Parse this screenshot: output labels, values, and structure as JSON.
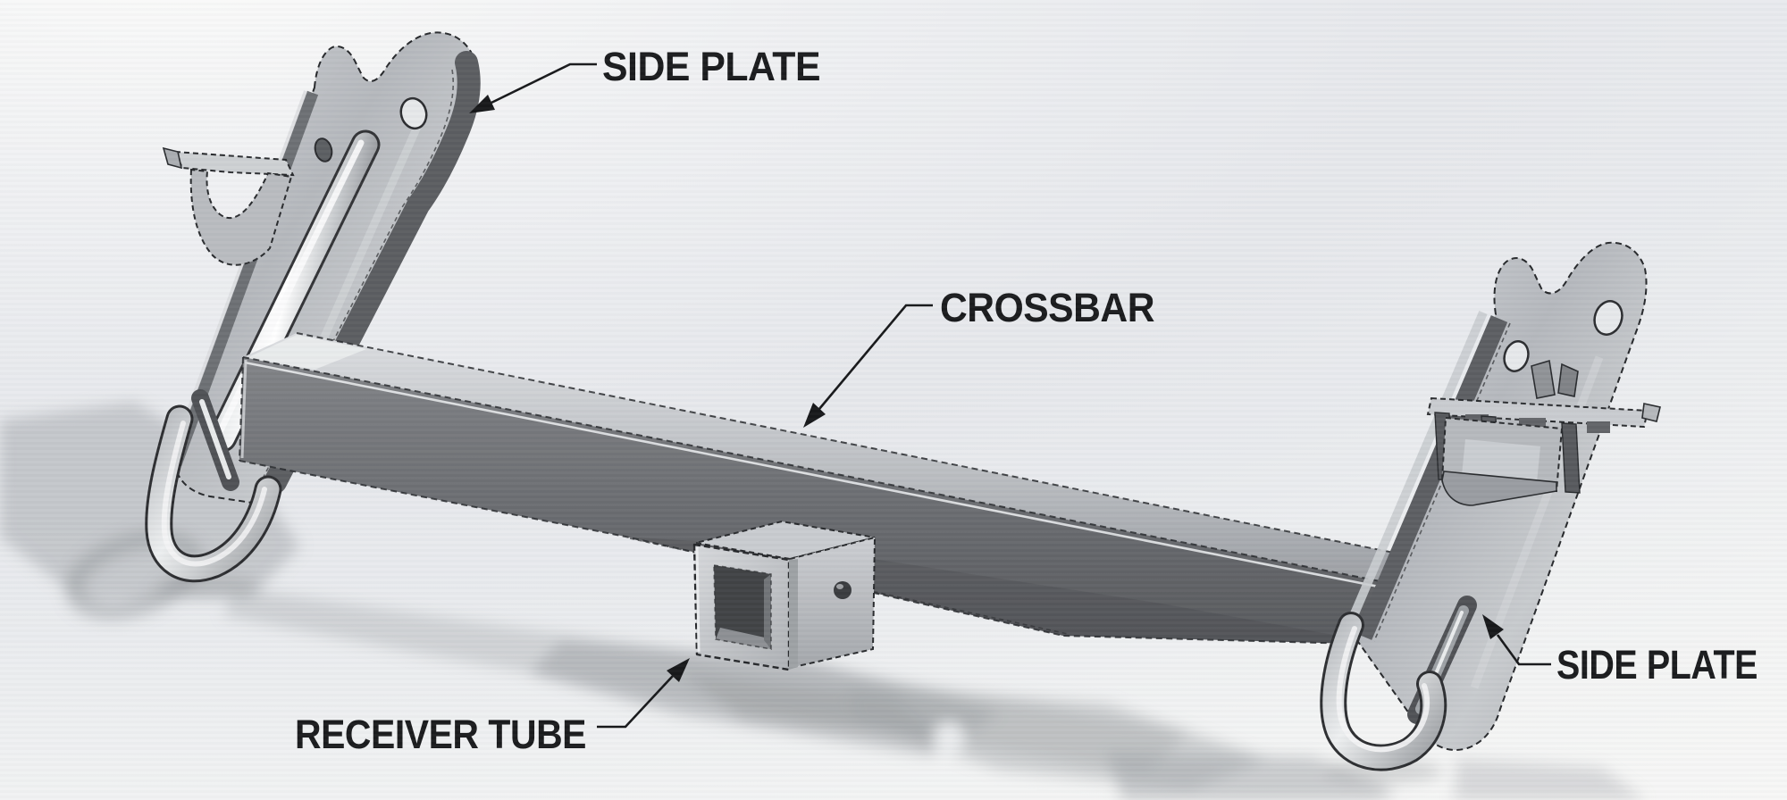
{
  "figure": {
    "type": "technical-diagram",
    "subject": "Trailer hitch assembly isometric CAD view with part callouts",
    "labels": {
      "side_plate_left": "SIDE PLATE",
      "crossbar": "CROSSBAR",
      "receiver_tube": "RECEIVER TUBE",
      "side_plate_right": "SIDE PLATE"
    },
    "parts_labeled": [
      "SIDE PLATE",
      "CROSSBAR",
      "RECEIVER TUBE",
      "SIDE PLATE"
    ],
    "colors": {
      "background_light": "#f7f7f6",
      "background_mid": "#e6e8ec",
      "metal_face_light": "#c6c9cd",
      "metal_face_mid": "#9b9ea3",
      "metal_face_dark": "#5d5f63",
      "edge_outline": "#26282b",
      "label_text": "#17181a",
      "leader_line": "#141517",
      "shadow": "#a7aaae"
    }
  }
}
